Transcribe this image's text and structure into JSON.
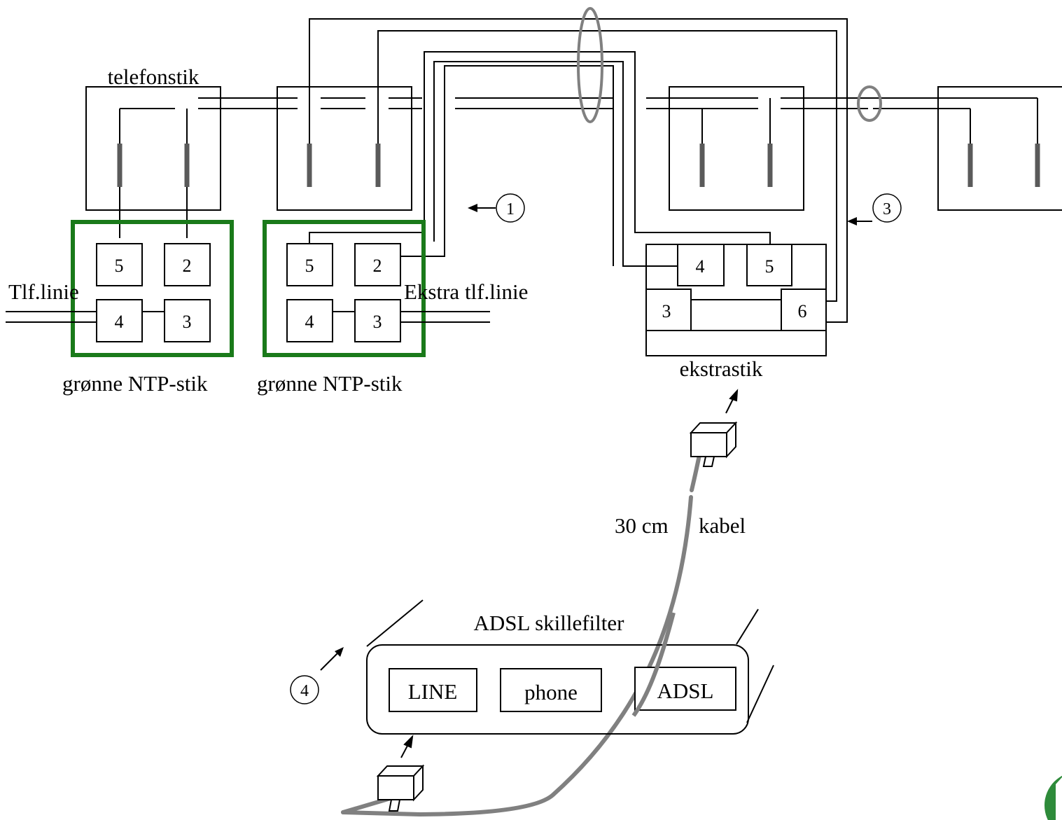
{
  "labels": {
    "telefonstik": "telefonstik",
    "tlf_linie": "Tlf.linie",
    "ekstra_tlf_linie": "Ekstra tlf.linie",
    "ntp_left": "grønne NTP-stik",
    "ntp_right": "grønne NTP-stik",
    "ekstrastik": "ekstrastik",
    "cable_length": "30 cm",
    "cable_word": "kabel",
    "filter_title": "ADSL skillefilter"
  },
  "ntp_left_pins": [
    "5",
    "2",
    "4",
    "3"
  ],
  "ntp_right_pins": [
    "5",
    "2",
    "4",
    "3"
  ],
  "ekstrastik_pins": [
    "4",
    "5",
    "3",
    "6"
  ],
  "markers": [
    "1",
    "3",
    "4"
  ],
  "filter_ports": [
    "LINE",
    "phone",
    "ADSL"
  ],
  "colors": {
    "ntp_green": "#1a7a1a",
    "cable_gray": "#808080",
    "pin_gray": "#5a5a5a",
    "logo_green": "#2e8b3a"
  }
}
